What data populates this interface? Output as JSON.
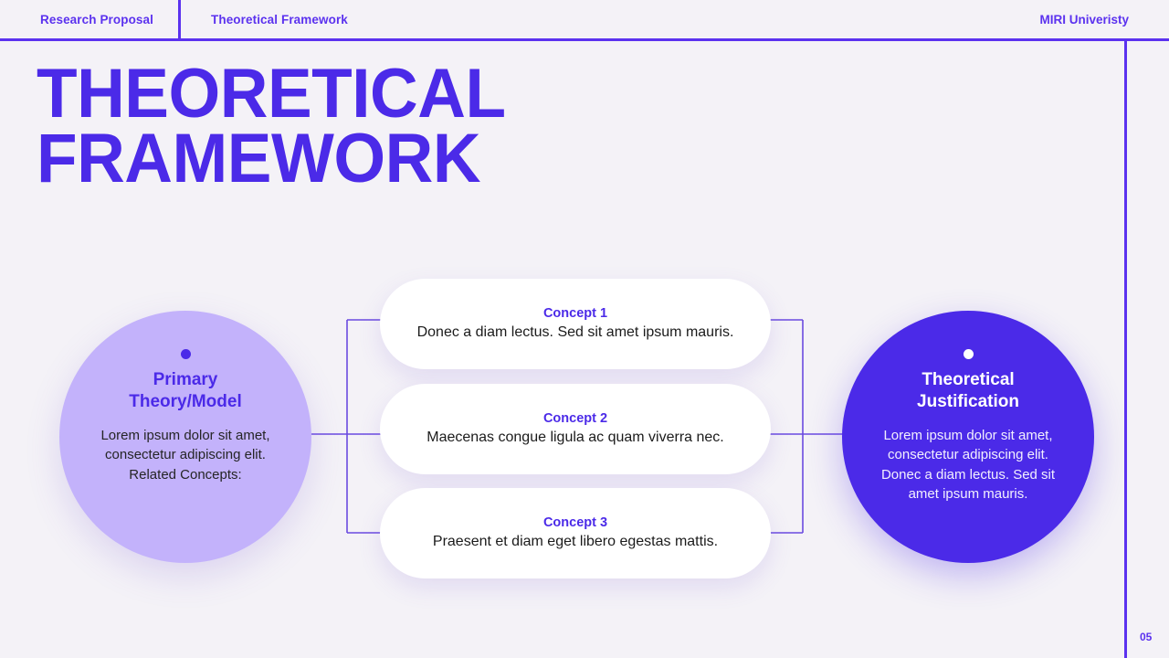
{
  "header": {
    "tabs": [
      {
        "label": "Research Proposal"
      },
      {
        "label": "Theoretical Framework"
      }
    ],
    "brand": "MIRI Univeristy"
  },
  "page": {
    "title": "THEORETICAL\nFRAMEWORK",
    "number": "05"
  },
  "colors": {
    "accent": "#4b2ae8",
    "accent_light": "#c3b2fb",
    "rule": "#5b32ef",
    "background": "#f4f2f7",
    "card": "#ffffff"
  },
  "diagram": {
    "left_node": {
      "dot": "bullet-dot",
      "title": "Primary\nTheory/Model",
      "body": "Lorem ipsum dolor sit amet, consectetur adipiscing elit. Related Concepts:"
    },
    "right_node": {
      "dot": "bullet-dot",
      "title": "Theoretical\nJustification",
      "body": "Lorem ipsum dolor sit amet, consectetur adipiscing elit. Donec a diam lectus. Sed sit amet ipsum mauris."
    },
    "cards": [
      {
        "title": "Concept 1",
        "body": "Donec a diam lectus. Sed sit amet ipsum mauris."
      },
      {
        "title": "Concept 2",
        "body": "Maecenas congue ligula ac quam viverra nec."
      },
      {
        "title": "Concept 3",
        "body": "Praesent et diam eget libero egestas mattis."
      }
    ]
  }
}
